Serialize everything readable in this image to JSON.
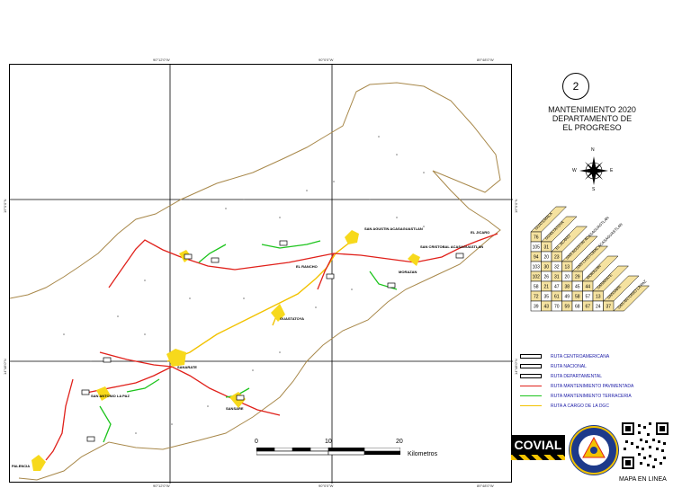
{
  "sheet": {
    "number": "2",
    "title_lines": [
      "MANTENIMIENTO 2020",
      "DEPARTAMENTO DE",
      "EL PROGRESO"
    ]
  },
  "coords": {
    "top": [
      "90°12'0\"W",
      "90°0'0\"W",
      "89°48'0\"W"
    ],
    "bottom": [
      "90°12'0\"W",
      "90°0'0\"W",
      "89°48'0\"W"
    ],
    "left": [
      "15°0'0\"N",
      "14°48'0\"N"
    ],
    "right": [
      "15°0'0\"N",
      "14°48'0\"N"
    ]
  },
  "compass": {
    "n": "N",
    "s": "S",
    "e": "E",
    "w": "W"
  },
  "places": [
    {
      "name": "SAN AGUSTIN ACASAGUASTLAN"
    },
    {
      "name": "SAN CRISTOBAL ACASAGUASTLAN"
    },
    {
      "name": "EL JICARO"
    },
    {
      "name": "MORAZAN"
    },
    {
      "name": "EL RANCHO"
    },
    {
      "name": "GUASTATOYA"
    },
    {
      "name": "SANARATE"
    },
    {
      "name": "SAN ANTONIO LA PAZ"
    },
    {
      "name": "SANSARE"
    },
    {
      "name": "PALENCIA"
    }
  ],
  "distance_table": {
    "headers": [
      "GUATEMALA",
      "GUASTATOYA",
      "EL JICARO",
      "SAN AGUSTIN ACASAGUASTLAN",
      "SAN CRISTOBAL ACASAGUASTLAN",
      "MORAZAN",
      "SANARATE",
      "SANSARE",
      "SAN ANTONIO LA PAZ"
    ],
    "rows": [
      [
        "76"
      ],
      [
        "105",
        "31"
      ],
      [
        "94",
        "20",
        "23"
      ],
      [
        "103",
        "30",
        "32",
        "13"
      ],
      [
        "102",
        "26",
        "31",
        "20",
        "29"
      ],
      [
        "58",
        "21",
        "47",
        "38",
        "45",
        "44"
      ],
      [
        "72",
        "35",
        "61",
        "49",
        "58",
        "57",
        "13"
      ],
      [
        "39",
        "43",
        "70",
        "59",
        "68",
        "67",
        "24",
        "37"
      ]
    ]
  },
  "legend": [
    {
      "label": "RUTA CENTROAMERICANA",
      "color": "#000000",
      "kind": "shield"
    },
    {
      "label": "RUTA NACIONAL",
      "color": "#000000",
      "kind": "shield"
    },
    {
      "label": "RUTA DEPARTAMENTAL",
      "color": "#000000",
      "kind": "shield"
    },
    {
      "label": "RUTA MANTENIMIENTO PAVIMENTADA",
      "color": "#e0201a",
      "kind": "line"
    },
    {
      "label": "RUTA MANTENIMIENTO TERRACERIA",
      "color": "#1cc41c",
      "kind": "line"
    },
    {
      "label": "RUTA A CARGO DE LA DGC",
      "color": "#f2c200",
      "kind": "line"
    }
  ],
  "scale": {
    "ticks": [
      "0",
      "10",
      "20"
    ],
    "unit": "Kilometros"
  },
  "logos": {
    "covial": "COVIAL"
  },
  "qr_caption": "MAPA EN LINEA",
  "colors": {
    "boundary": "#a8884a",
    "paved": "#e0201a",
    "dirt": "#1cc41c",
    "dgc": "#f2c200",
    "table_fill": "#f5e2a0"
  }
}
